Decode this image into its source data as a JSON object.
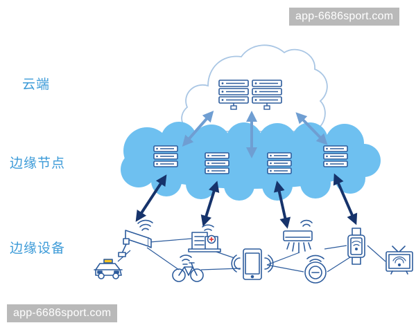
{
  "watermark": {
    "text": "app-6686sport.com"
  },
  "tiers": {
    "cloud": "云端",
    "edge_nodes": "边缘节点",
    "edge_devices": "边缘设备"
  },
  "colors": {
    "label": "#3d9bd8",
    "edge_cloud_fill": "#6ec0f0",
    "cloud_outline": "#a9c6e4",
    "icon_stroke": "#2c5b9c",
    "dark_arrow": "#16336b",
    "light_arrow": "#6f9ed2",
    "medical_red": "#e23d3d",
    "taxi_yellow": "#f6c523"
  },
  "icons": [
    "server-rack-icon",
    "surveillance-camera-icon",
    "hospital-building-icon",
    "smartphone-icon",
    "air-conditioner-icon",
    "smartwatch-icon",
    "taxi-icon",
    "bicycle-icon",
    "robot-vacuum-icon",
    "smart-tv-icon"
  ]
}
